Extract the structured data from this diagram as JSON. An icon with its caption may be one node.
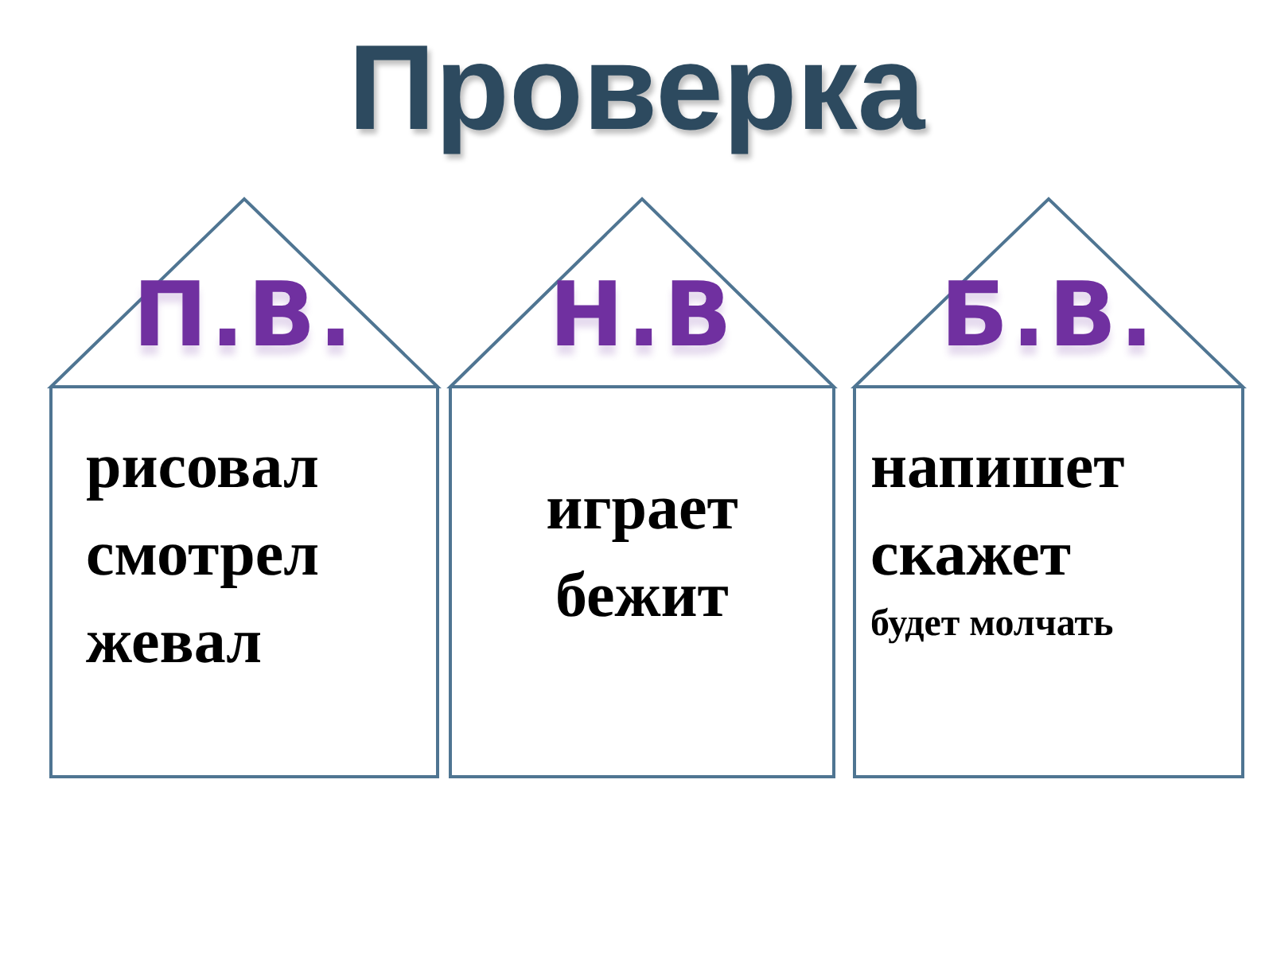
{
  "diagram": {
    "title": "Проверка",
    "nodes": [
      {
        "text": [
          "П.В.",
          "рисовал",
          "смотрел",
          "жевал"
        ]
      },
      {
        "text": [
          "Н.В",
          "играет",
          "бежит"
        ]
      },
      {
        "text": [
          "Б.В.",
          "напишет",
          "скажет",
          "будет молчать"
        ]
      }
    ]
  }
}
